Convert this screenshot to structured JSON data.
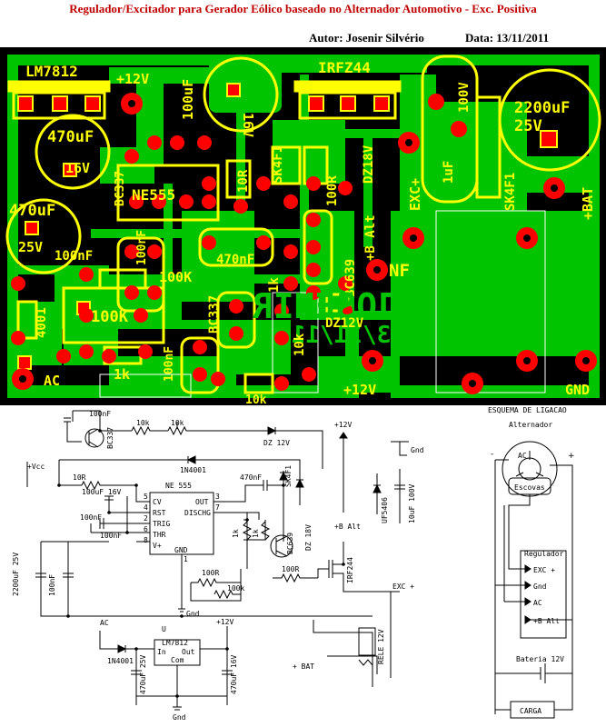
{
  "header": {
    "title": "Regulador/Excitador para Gerador Eólico baseado no Alternador Automotivo - Exc. Positiva",
    "author": "Autor: Josenir Silvério",
    "date": "Data: 13/11/2011"
  },
  "pcb": {
    "colors": {
      "board": "#000000",
      "copper": "#00c400",
      "silk": "#ffff00",
      "pad": "#ff0000",
      "frame": "#ffffff"
    },
    "labels": {
      "lm7812": "LM7812",
      "v12_top": "+12V",
      "cap_100uf": "100uF",
      "cap_16v": "16V",
      "irfz44": "IRFZ44",
      "cap_100v": "100V",
      "cap_2200uf": "2200uF",
      "cap_25v": "25V",
      "cap_470uf_a": "470uF",
      "cap_16v_b": "16V",
      "bc337_top": "BC337",
      "r_10r": "10R",
      "sk4f1_a": "SK4F1",
      "r_100r": "100R",
      "dz18v": "DZ18V",
      "exc": "EXC+",
      "cap_1uf": "1uF",
      "sk4f1_b": "SK4F1",
      "bat": "+BAT",
      "ne555": "NE555",
      "cap_470uf_b": "470uF",
      "cap_25v_b": "25V",
      "cap_100nf_a": "100nF",
      "cap_100nf_b": "100nF",
      "b_alt": "+B Alt",
      "bc639": "BC639",
      "cap_470nf": "470nF",
      "r_100k_a": "100K",
      "r_1k_a": "1k",
      "nf": "NF",
      "josenir": "JOSENIR",
      "date_mirror": "13/11/11",
      "pot_100k": "100K",
      "bc337_b": "BC337",
      "dz12v": "DZ12V",
      "d_4001": "4001",
      "cap_100nf_c": "100nF",
      "r_10k": "10k",
      "r_1k_b": "1k",
      "ac": "AC",
      "v12_bottom": "+12V",
      "gnd": "GND",
      "r_10k_b": "10k"
    }
  },
  "schematic": {
    "labels": {
      "c100nf_top": "100nF",
      "r10k": "10k",
      "r10k_pot": "10k",
      "dz12v": "DZ 12V",
      "v12_a": "+12V",
      "bc337": "BC337",
      "vcc": "+Vcc",
      "d1n4001_a": "1N4001",
      "r10r": "10R",
      "c100uf16v": "100uF 16V",
      "c470nf": "470nF",
      "sk4f1": "SK4F1",
      "uf5406": "UF5406",
      "c10uf100v": "10uF 100V",
      "gnd_a": "Gnd",
      "c100nf_b": "100nF",
      "c100nf_c": "100nF",
      "ne555": "NE 555",
      "cv": "CV",
      "rst": "RST",
      "trig": "TRIG",
      "thr": "THR",
      "vplus": "V+",
      "out": "OUT",
      "dischg": "DISCHG",
      "gnd_pin": "GND",
      "r1k": "1k",
      "r1k_b": "1k",
      "bc639": "BC639",
      "dz18v": "DZ 18V",
      "b_alt": "+B Alt",
      "c2200uf": "2200uF 25V",
      "c100nf_d": "100nF",
      "r100r_a": "100R",
      "r100k": "100k",
      "r100r_b": "100R",
      "irf244": "IRF244",
      "exc": "EXC +",
      "ac": "AC",
      "u": "U",
      "lm7812": "LM7812",
      "in": "In",
      "out_b": "Out",
      "com": "Com",
      "v12_b": "+12V",
      "d1n4001_b": "1N4001",
      "c470uf25v": "470uF 25V",
      "c470uf16v": "470uF 16V",
      "gnd_b": "Gnd",
      "gnd_c": "Gnd",
      "rele": "RELE 12V",
      "bat": "+ BAT",
      "pin1": "1",
      "pin2": "2",
      "pin3": "3",
      "pin5": "5",
      "pin4": "4",
      "pin6": "6",
      "pin8": "8",
      "pin7": "7"
    }
  },
  "wiring": {
    "title": "ESQUEMA DE LIGACAO",
    "alternator": "Alternador",
    "ac": "AC",
    "minus": "-",
    "plus": "+",
    "escovas": "Escovas",
    "regulador": "Regulador",
    "exc": "EXC +",
    "gnd": "Gnd",
    "ac2": "AC",
    "b_alt": "+B Alt",
    "bateria": "Bateria 12V",
    "carga": "CARGA"
  }
}
